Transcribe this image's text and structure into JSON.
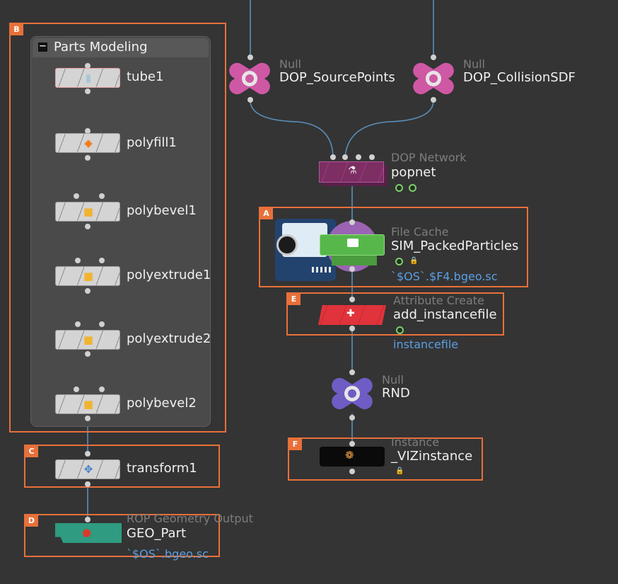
{
  "colors": {
    "background": "#343434",
    "highlight_box": "#e8703a",
    "param_text": "#5a9fe3",
    "null_pink": "#cf58a4",
    "null_purple": "#6f5cc4",
    "filecache_green": "#58b74b",
    "attrib_red": "#e0333b",
    "popnet_purple": "#7d2e63",
    "rop_teal": "#2f9b80"
  },
  "labels": {
    "a": "A",
    "b": "B",
    "c": "C",
    "d": "D",
    "e": "E",
    "f": "F"
  },
  "network_box": {
    "title": "Parts Modeling",
    "collapse": "−"
  },
  "sops": [
    {
      "name": "tube1",
      "icon": "tube-icon"
    },
    {
      "name": "polyfill1",
      "icon": "polyfill-icon"
    },
    {
      "name": "polybevel1",
      "icon": "polybevel-icon"
    },
    {
      "name": "polyextrude1",
      "icon": "polyextrude-icon"
    },
    {
      "name": "polyextrude2",
      "icon": "polyextrude-icon"
    },
    {
      "name": "polybevel2",
      "icon": "polybevel-icon"
    },
    {
      "name": "transform1",
      "icon": "transform-icon"
    }
  ],
  "rop": {
    "type": "ROP Geometry Output",
    "name": "GEO_Part",
    "param": "`$OS`.bgeo.sc"
  },
  "null_source": {
    "type": "Null",
    "name": "DOP_SourcePoints"
  },
  "null_collision": {
    "type": "Null",
    "name": "DOP_CollisionSDF"
  },
  "popnet": {
    "type": "DOP Network",
    "name": "popnet"
  },
  "filecache": {
    "type": "File Cache",
    "name": "SIM_PackedParticles",
    "param": "`$OS`.$F4.bgeo.sc"
  },
  "attribcreate": {
    "type": "Attribute Create",
    "name": "add_instancefile",
    "param": "instancefile"
  },
  "null_rnd": {
    "type": "Null",
    "name": "RND"
  },
  "instance": {
    "type": "Instance",
    "name": "_VIZinstance"
  }
}
